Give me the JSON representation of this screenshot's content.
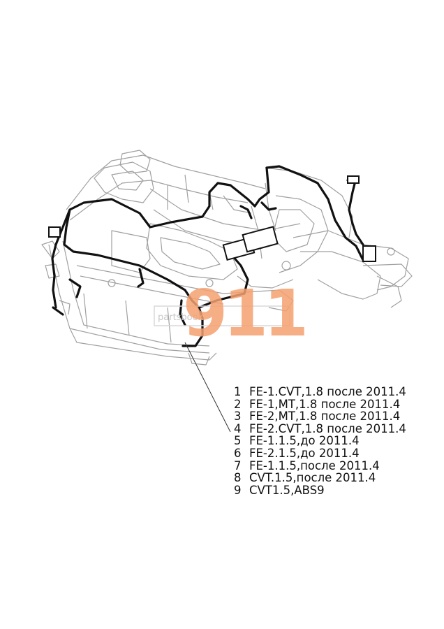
{
  "legend": {
    "items": [
      {
        "num": "1",
        "text": "FE-1.CVT,1.8 после 2011.4"
      },
      {
        "num": "2",
        "text": "FE-1,MT,1.8 после 2011.4"
      },
      {
        "num": "3",
        "text": "FE-2,MT,1.8 после 2011.4"
      },
      {
        "num": "4",
        "text": "FE-2.CVT,1.8 после 2011.4"
      },
      {
        "num": "5",
        "text": "FE-1.1.5,до 2011.4"
      },
      {
        "num": "6",
        "text": "FE-2.1.5,до 2011.4"
      },
      {
        "num": "7",
        "text": "FE-1.1.5,после 2011.4"
      },
      {
        "num": "8",
        "text": "CVT.1.5,после 2011.4"
      },
      {
        "num": "9",
        "text": "CVT1.5,ABS9"
      }
    ]
  },
  "watermark": {
    "text": "911",
    "small_text": "partsbook",
    "color": "#f4a070"
  },
  "colors": {
    "outline": "#9a9a9a",
    "harness": "#111111",
    "leader": "#333333"
  }
}
